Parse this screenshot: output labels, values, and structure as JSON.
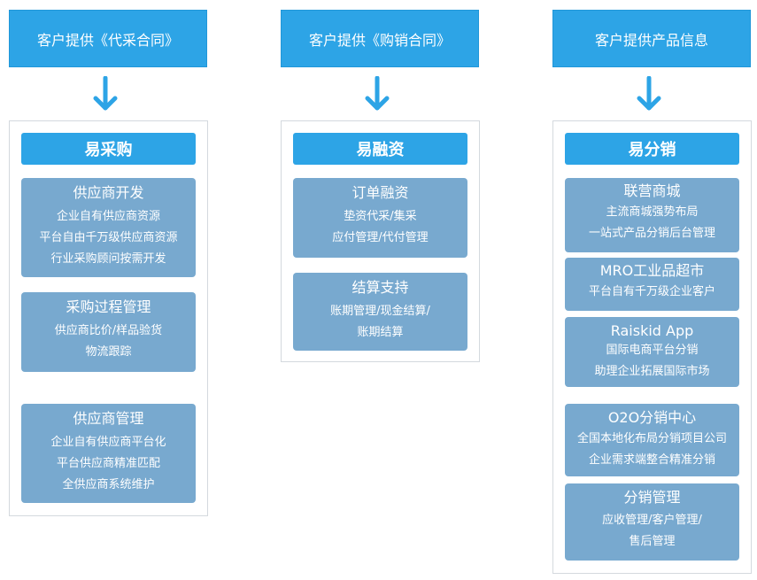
{
  "columns": [
    {
      "header": "客户提供《代采合同》",
      "title": "易采购",
      "cards": [
        {
          "title": "供应商开发",
          "lines": [
            "企业自有供应商资源",
            "平台自由千万级供应商资源",
            "行业采购顾问按需开发"
          ]
        },
        {
          "title": "采购过程管理",
          "lines": [
            "供应商比价/样品验货",
            "物流跟踪"
          ]
        },
        {
          "title": "供应商管理",
          "lines": [
            "企业自有供应商平台化",
            "平台供应商精准匹配",
            "全供应商系统维护"
          ]
        }
      ]
    },
    {
      "header": "客户提供《购销合同》",
      "title": "易融资",
      "cards": [
        {
          "title": "订单融资",
          "lines": [
            "垫资代采/集采",
            "应付管理/代付管理"
          ]
        },
        {
          "title": "结算支持",
          "lines": [
            "账期管理/现金结算/",
            "账期结算"
          ]
        }
      ]
    },
    {
      "header": "客户提供产品信息",
      "title": "易分销",
      "cards": [
        {
          "title": "联营商城",
          "lines": [
            "主流商城强势布局",
            "一站式产品分销后台管理"
          ]
        },
        {
          "title": "MRO工业品超市",
          "lines": [
            "平台自有千万级企业客户"
          ]
        },
        {
          "title": "Raiskid App",
          "lines": [
            "国际电商平台分销",
            "助理企业拓展国际市场"
          ]
        },
        {
          "title": "O2O分销中心",
          "lines": [
            "全国本地化布局分销项目公司",
            "企业需求端整合精准分销"
          ]
        },
        {
          "title": "分销管理",
          "lines": [
            "应收管理/客户管理/",
            "售后管理"
          ]
        }
      ]
    }
  ]
}
